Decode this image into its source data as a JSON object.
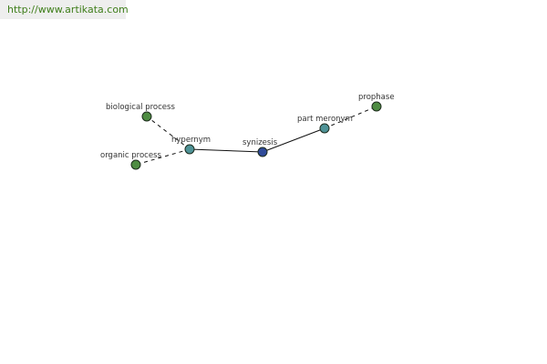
{
  "banner": {
    "url_text": "http://www.artikata.com"
  },
  "graph": {
    "colors": {
      "term_node": "#4e8c42",
      "relation_node": "#4f9397",
      "focus_node": "#2f4a99"
    },
    "nodes": {
      "biological_process": {
        "label": "biological process",
        "kind": "term",
        "icon": "term-node-icon"
      },
      "organic_process": {
        "label": "organic process",
        "kind": "term",
        "icon": "term-node-icon"
      },
      "hypernym": {
        "label": "hypernym",
        "kind": "relation",
        "icon": "relation-node-icon"
      },
      "synizesis": {
        "label": "synizesis",
        "kind": "focus",
        "icon": "focus-node-icon"
      },
      "part_meronym": {
        "label": "part meronym",
        "kind": "relation",
        "icon": "relation-node-icon"
      },
      "prophase": {
        "label": "prophase",
        "kind": "term",
        "icon": "term-node-icon"
      }
    },
    "edges": [
      {
        "from": "synizesis",
        "to": "hypernym",
        "style": "solid"
      },
      {
        "from": "synizesis",
        "to": "part_meronym",
        "style": "solid"
      },
      {
        "from": "hypernym",
        "to": "biological_process",
        "style": "dashed"
      },
      {
        "from": "hypernym",
        "to": "organic_process",
        "style": "dashed"
      },
      {
        "from": "part_meronym",
        "to": "prophase",
        "style": "dashed"
      }
    ]
  }
}
